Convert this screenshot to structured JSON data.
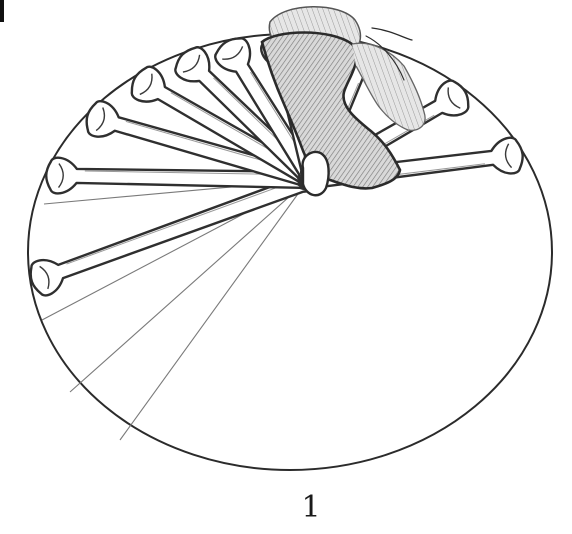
{
  "figure": {
    "label": "1",
    "colors": {
      "ink": "#2b2b2b",
      "shade": "#8a8a8a",
      "paper": "#ffffff"
    },
    "bone_angles_deg": [
      160,
      181,
      196,
      210,
      224,
      238,
      256,
      272,
      293,
      330,
      353
    ]
  }
}
